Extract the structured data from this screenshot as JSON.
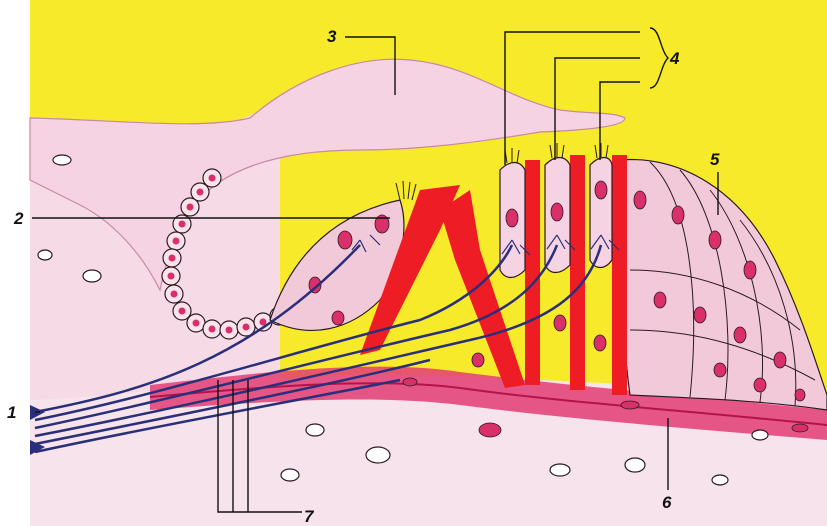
{
  "figure": {
    "labels": {
      "l1": "1",
      "l2": "2",
      "l3": "3",
      "l4": "4",
      "l5": "5",
      "l6": "6",
      "l7": "7"
    },
    "colors": {
      "background": "#f7ea2a",
      "tissue": "#f2c9d8",
      "tissue_light": "#f6dbe6",
      "membrane": "#e23d74",
      "pillar_red": "#ee1c25",
      "nucleus": "#d9306a",
      "nerve": "#2a2f7a",
      "outline": "#2b1a22"
    }
  }
}
